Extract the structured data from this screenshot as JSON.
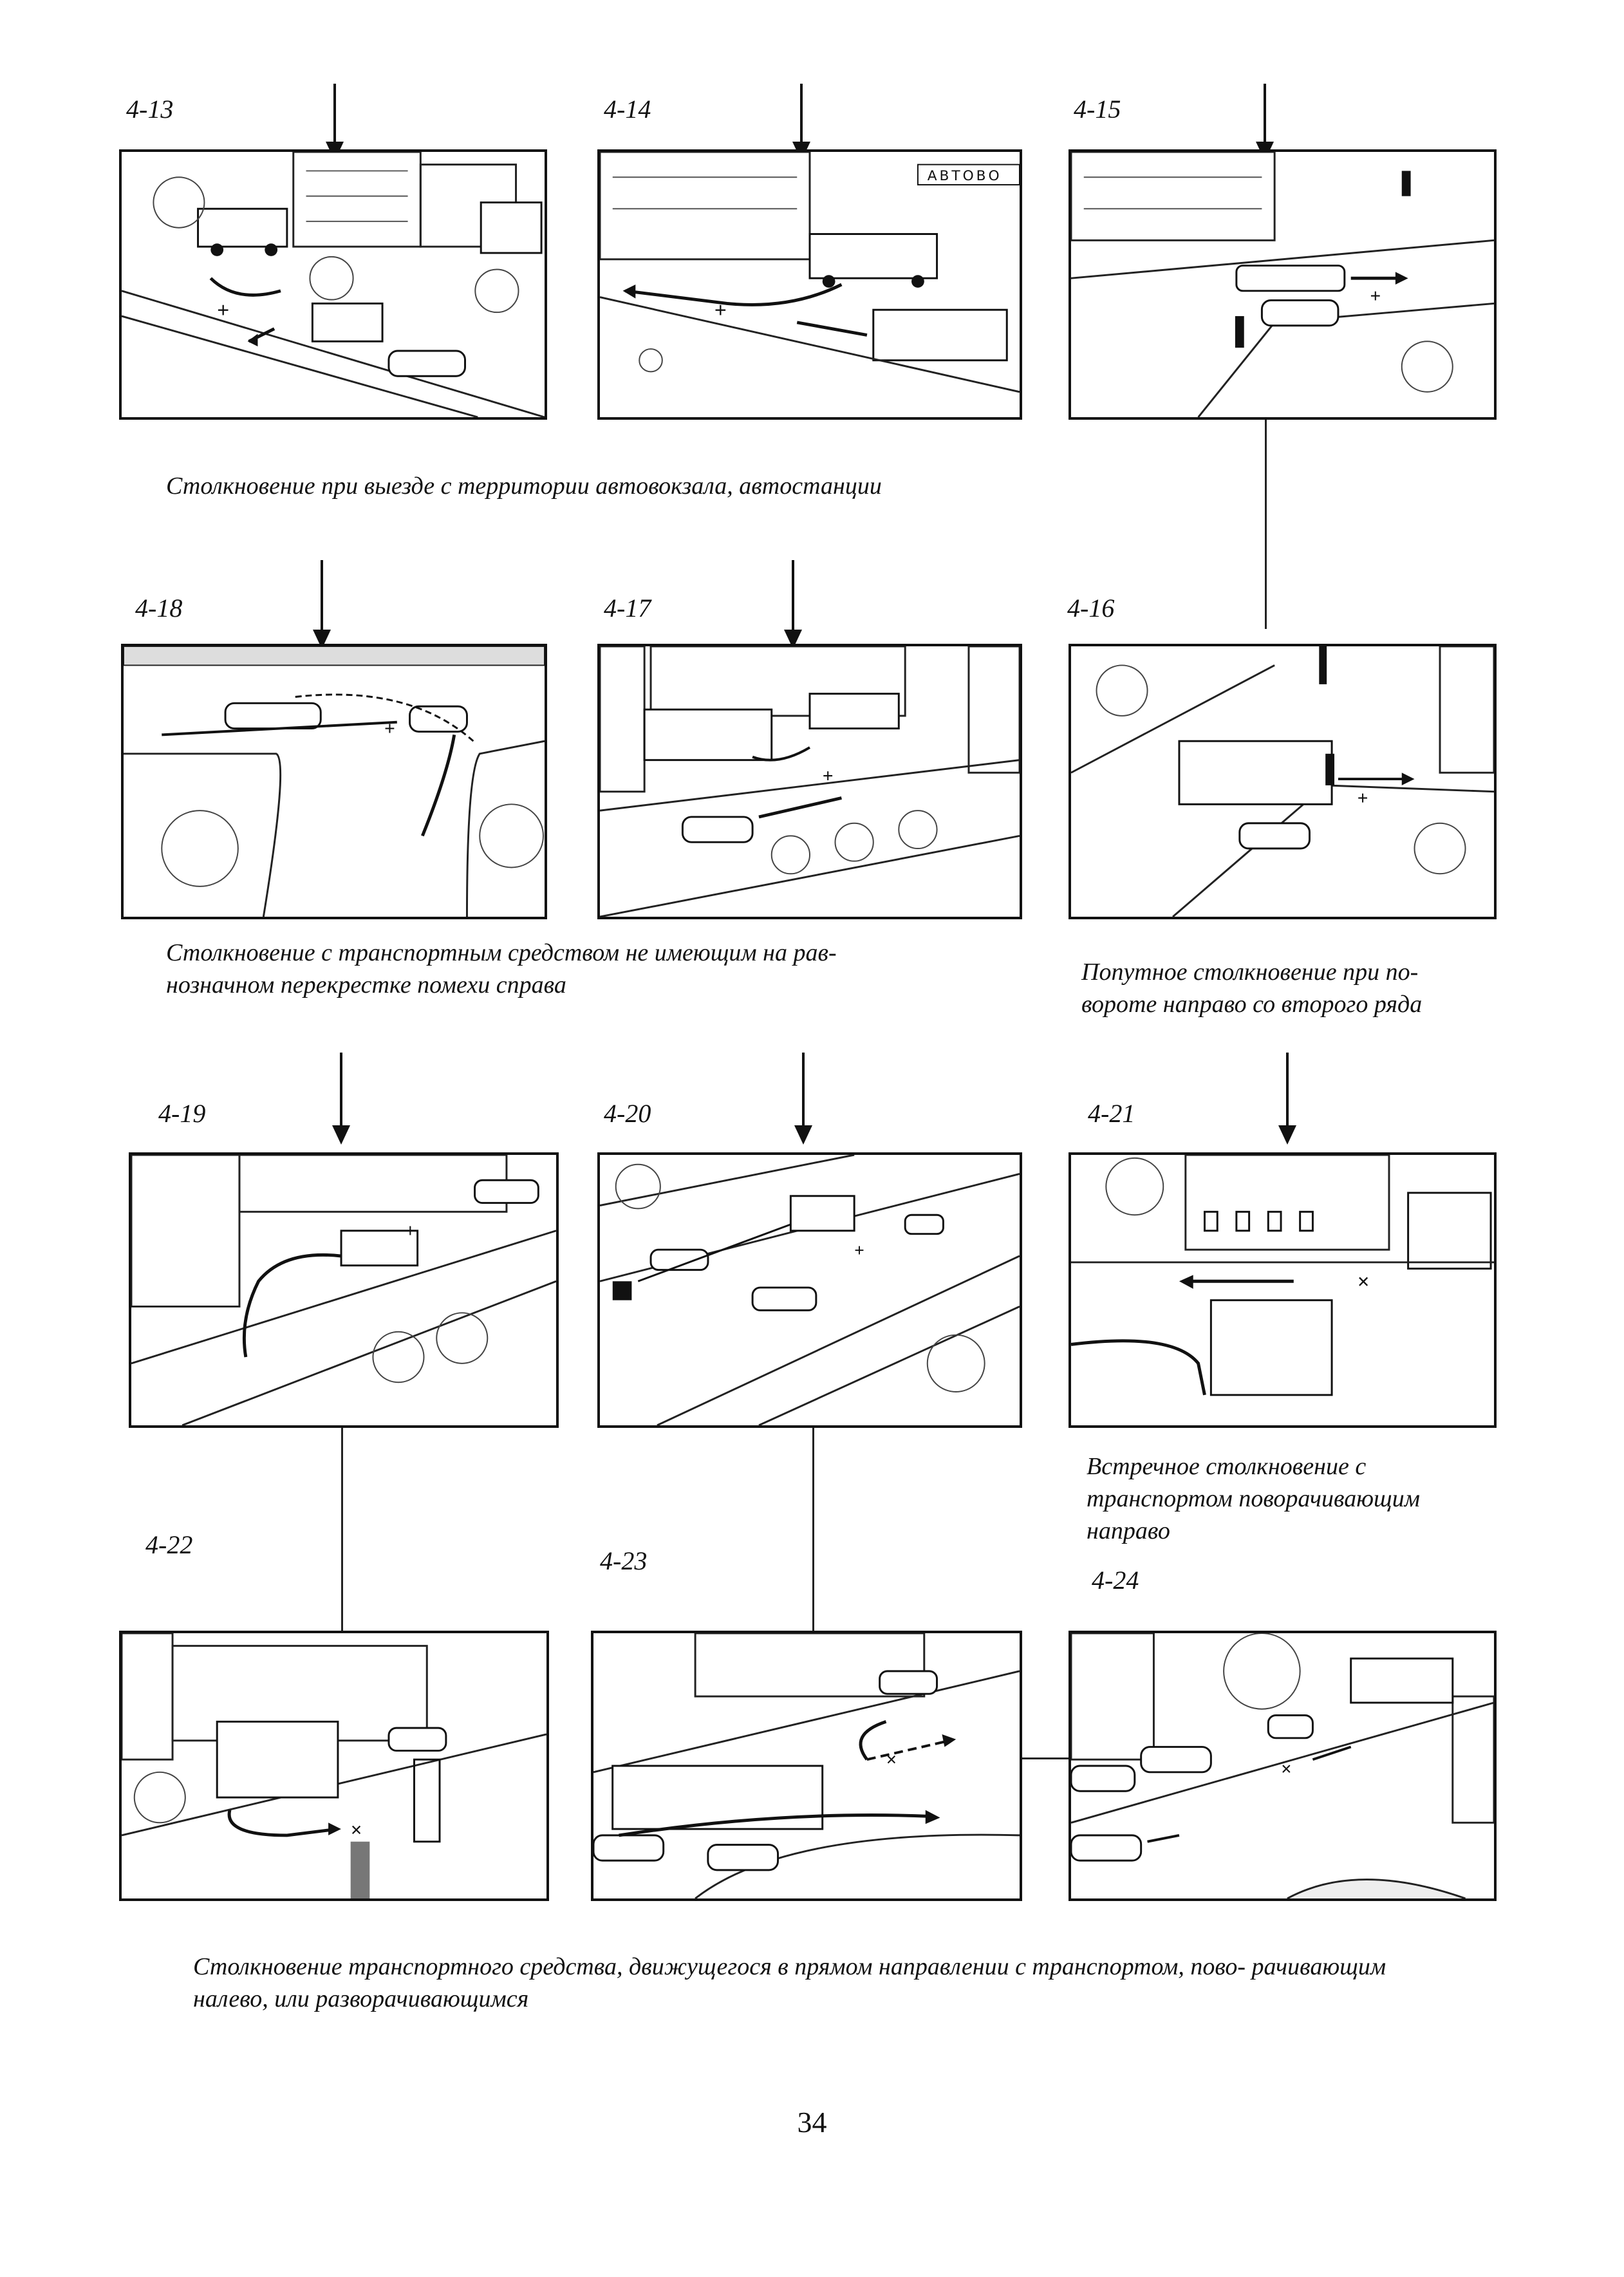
{
  "figures": {
    "f13": {
      "label": "4-13"
    },
    "f14": {
      "label": "4-14",
      "sign": "АВТОВО"
    },
    "f15": {
      "label": "4-15"
    },
    "f16": {
      "label": "4-16"
    },
    "f17": {
      "label": "4-17"
    },
    "f18": {
      "label": "4-18"
    },
    "f19": {
      "label": "4-19"
    },
    "f20": {
      "label": "4-20"
    },
    "f21": {
      "label": "4-21"
    },
    "f22": {
      "label": "4-22"
    },
    "f23": {
      "label": "4-23"
    },
    "f24": {
      "label": "4-24"
    }
  },
  "captions": {
    "row1": "Столкновение при выезде с территории автовокзала, автостанции",
    "row2_left": "Столкновение с транспортным средством не имеющим на рав- нозначном перекрестке помехи справа",
    "row2_right": "Попутное столкновение при по- вороте направо со второго ряда",
    "row3_right": "Встречное столкновение с транспортом поворачивающим направо",
    "bottom": "Столкновение транспортного средства, движущегося в прямом направлении с транспортом, пово- рачивающим налево, или разворачивающимся"
  },
  "page_number": "34"
}
